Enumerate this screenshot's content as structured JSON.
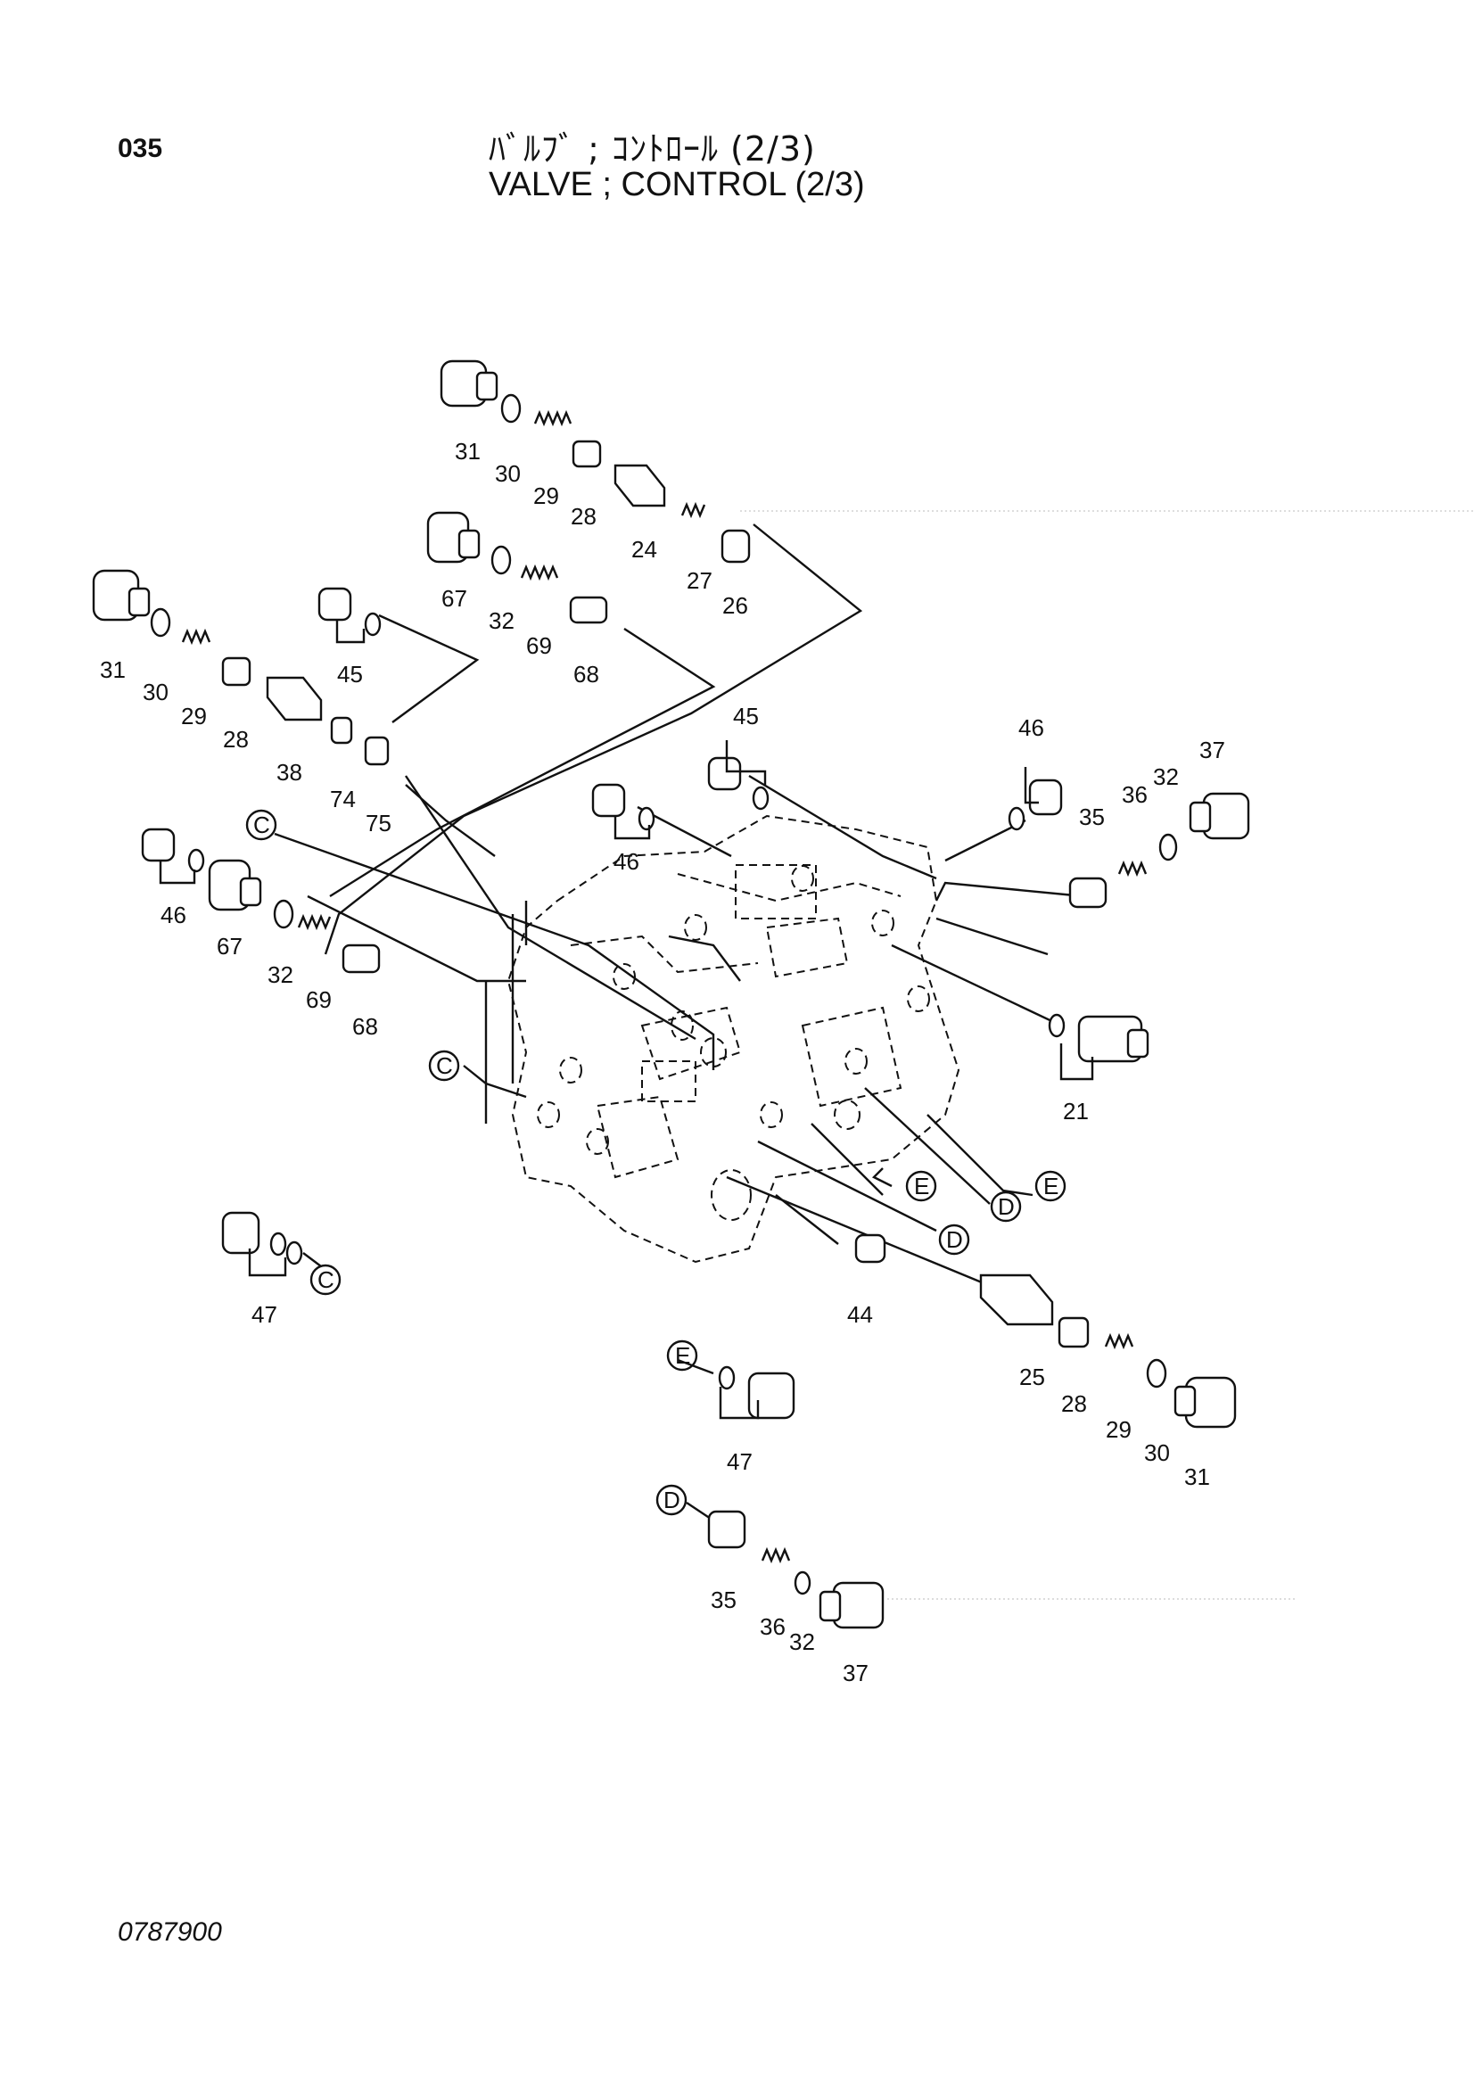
{
  "header": {
    "page_number": "035",
    "title_jp": "ﾊﾞﾙﾌﾞ ; ｺﾝﾄﾛｰﾙ (2/3)",
    "title_en": "VALVE ; CONTROL (2/3)"
  },
  "footer": {
    "document_code": "0787900"
  },
  "callouts": {
    "c31a": "31",
    "c30a": "30",
    "c29a": "29",
    "c28a": "28",
    "c24": "24",
    "c27": "27",
    "c26": "26",
    "c67a": "67",
    "c32a": "32",
    "c69a": "69",
    "c68a": "68",
    "c45a": "45",
    "c31b": "31",
    "c30b": "30",
    "c29b": "29",
    "c28b": "28",
    "c38": "38",
    "c74": "74",
    "c75": "75",
    "c46a": "46",
    "c67b": "67",
    "c32b": "32",
    "c69b": "69",
    "c68b": "68",
    "c45b": "45",
    "c46b": "46",
    "c46c": "46",
    "c35a": "35",
    "c36a": "36",
    "c32c": "32",
    "c37a": "37",
    "c21": "21",
    "c47a": "47",
    "c44": "44",
    "c25": "25",
    "c28c": "28",
    "c29c": "29",
    "c30c": "30",
    "c31c": "31",
    "c47b": "47",
    "c35b": "35",
    "c36b": "36",
    "c32d": "32",
    "c37b": "37"
  },
  "refs": {
    "C1": "C",
    "C2": "C",
    "C3": "C",
    "D1": "D",
    "D2": "D",
    "D3": "D",
    "E1": "E",
    "E2": "E",
    "E3": "E"
  }
}
